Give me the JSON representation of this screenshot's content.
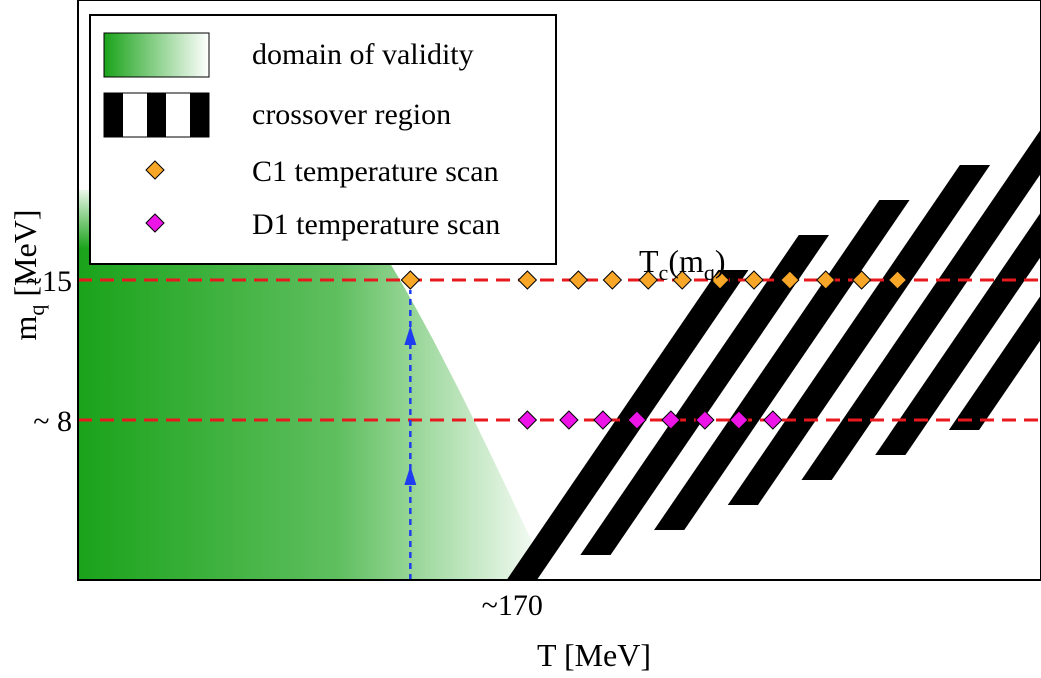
{
  "chart_data": {
    "type": "scatter",
    "xlabel": "T [MeV]",
    "ylabel": "m_q [MeV]",
    "ylabel_main": "m",
    "ylabel_sub": "q",
    "ylabel_unit": " [MeV]",
    "xlim": [
      147,
      198
    ],
    "ylim": [
      0,
      29
    ],
    "x_ticks": [
      {
        "value": 170,
        "label": "~170"
      }
    ],
    "y_ticks": [
      {
        "value": 15,
        "label": "~15"
      },
      {
        "value": 8,
        "label": "~ 8"
      }
    ],
    "grid": false,
    "legend_position": "top-left",
    "legend": [
      {
        "key": "validity",
        "label": "domain of validity"
      },
      {
        "key": "crossover",
        "label": "crossover region"
      },
      {
        "key": "c1",
        "label": "C1 temperature scan"
      },
      {
        "key": "d1",
        "label": "D1 temperature scan"
      }
    ],
    "annotation": {
      "main": "T",
      "sub1": "c",
      "mid": "(m",
      "sub2": "q",
      "end": ")"
    },
    "dashed_lines": [
      {
        "y": 15,
        "color": "#e8191e"
      },
      {
        "y": 8,
        "color": "#e8191e"
      }
    ],
    "vertical_arrow": {
      "x": 164.6,
      "y_from": 0,
      "y_to": 15,
      "color": "#1e3cf0"
    },
    "validity_region": {
      "x_from": 147,
      "x_to": 160.5,
      "x_fade_to": 172,
      "y_from": 0,
      "y_to": 19.5,
      "color": "#1aa31a"
    },
    "series": [
      {
        "name": "C1 temperature scan",
        "color": "#f7a628",
        "points": [
          [
            164.6,
            15
          ],
          [
            170.8,
            15
          ],
          [
            173.5,
            15
          ],
          [
            175.3,
            15
          ],
          [
            177.2,
            15
          ],
          [
            179.0,
            15
          ],
          [
            181.0,
            15
          ],
          [
            182.8,
            15
          ],
          [
            184.7,
            15
          ],
          [
            186.6,
            15
          ],
          [
            188.5,
            15
          ],
          [
            190.4,
            15
          ]
        ]
      },
      {
        "name": "D1 temperature scan",
        "color": "#ec14e6",
        "points": [
          [
            170.8,
            8
          ],
          [
            173.0,
            8
          ],
          [
            174.8,
            8
          ],
          [
            176.6,
            8
          ],
          [
            178.4,
            8
          ],
          [
            180.2,
            8
          ],
          [
            182.0,
            8
          ],
          [
            183.8,
            8
          ]
        ]
      }
    ],
    "crossover_stripes": {
      "x_bottom": 169.7,
      "x_top": 188.5,
      "y_bottom": 0,
      "y_top": 26,
      "count": 7,
      "stripe_width": 1.6,
      "spacing": 3.0,
      "color": "#000000"
    }
  }
}
